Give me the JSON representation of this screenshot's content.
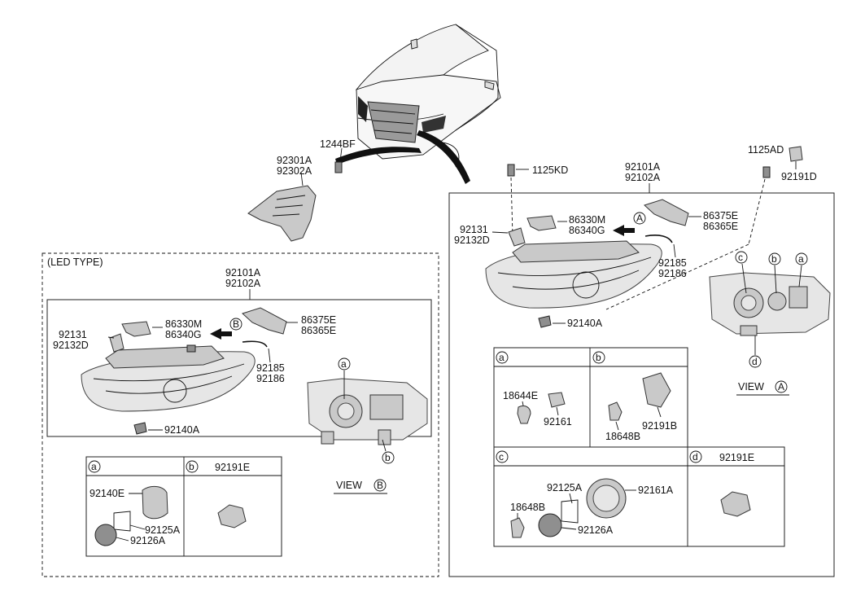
{
  "top": {
    "bracket_codes": [
      "92301A",
      "92302A"
    ],
    "bolt_code": "1244BF"
  },
  "led_section": {
    "title": "(LED TYPE)",
    "assembly_codes": [
      "92101A",
      "92102A"
    ],
    "labels": {
      "socket": [
        "92131",
        "92132D"
      ],
      "module": [
        "86330M",
        "86340G"
      ],
      "bracket": [
        "86375E",
        "86365E"
      ],
      "seal": [
        "92185",
        "92186"
      ],
      "screw": "92140A",
      "view_marker": "B",
      "callout_a": "a",
      "callout_b": "b"
    },
    "view_label": "VIEW",
    "view_letter": "B",
    "table": {
      "cell_a": {
        "key": "a",
        "parts": [
          "92140E",
          "92125A",
          "92126A"
        ]
      },
      "cell_b": {
        "key": "b",
        "part": "92191E"
      }
    }
  },
  "std_section": {
    "bolt_code": "1125KD",
    "assembly_codes": [
      "92101A",
      "92102A"
    ],
    "top_bolt": "1125AD",
    "top_part": "92191D",
    "labels": {
      "socket": [
        "92131",
        "92132D"
      ],
      "module": [
        "86330M",
        "86340G"
      ],
      "bracket": [
        "86375E",
        "86365E"
      ],
      "seal": [
        "92185",
        "92186"
      ],
      "screw": "92140A",
      "view_marker": "A",
      "callout_c": "c",
      "callout_b": "b",
      "callout_a": "a",
      "callout_d": "d"
    },
    "view_label": "VIEW",
    "view_letter": "A",
    "table": {
      "cell_a": {
        "key": "a",
        "parts": [
          "18644E",
          "92161"
        ]
      },
      "cell_b": {
        "key": "b",
        "parts": [
          "18648B",
          "92191B"
        ]
      },
      "cell_c": {
        "key": "c",
        "parts": [
          "92125A",
          "92161A",
          "18648B",
          "92126A"
        ]
      },
      "cell_d": {
        "key": "d",
        "part": "92191E"
      }
    }
  }
}
